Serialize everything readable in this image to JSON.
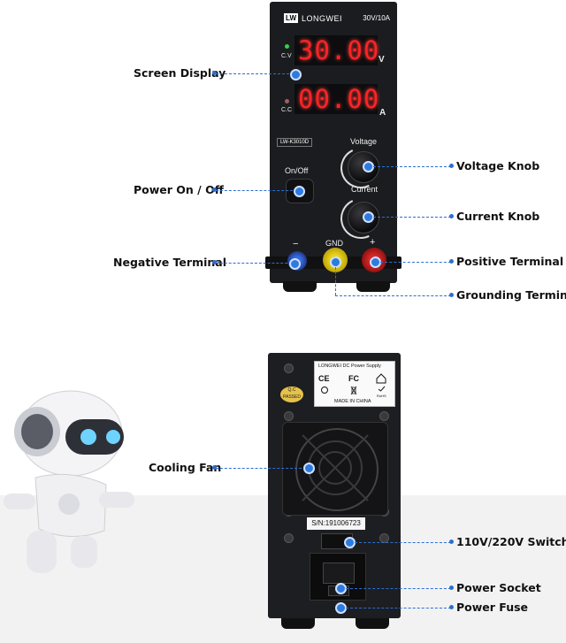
{
  "device": {
    "logo": "LW",
    "brand": "LONGWEI",
    "spec": "30V/10A",
    "voltage_display": "30.00",
    "current_display": "00.00",
    "voltage_unit": "V",
    "current_unit": "A",
    "cv_label": "C.V",
    "cc_label": "C.C",
    "model": "LW-K3010D",
    "voltage_knob_label": "Voltage",
    "current_knob_label": "Current",
    "power_button_label": "On/Off",
    "negative_sign": "−",
    "gnd_label": "GND",
    "positive_sign": "+"
  },
  "back": {
    "sticker_title": "LONGWEI DC Power Supply",
    "made_in": "MADE IN CHINA",
    "ce_mark": "CE",
    "fc_mark": "FC",
    "rohs_mark": "RoHS",
    "qc_label": "Q.C PASSED",
    "serial": "S/N:191006723"
  },
  "callouts": {
    "screen_display": "Screen Display",
    "power_on_off": "Power On / Off",
    "negative_terminal": "Negative Terminal",
    "voltage_knob": "Voltage Knob",
    "current_knob": "Current Knob",
    "positive_terminal": "Positive Terminal",
    "grounding_terminal": "Grounding Terminal",
    "cooling_fan": "Cooling Fan",
    "switch_110_220": "110V/220V  Switch",
    "power_socket": "Power Socket",
    "power_fuse": "Power Fuse"
  },
  "colors": {
    "digits": "#ff2323",
    "callout_blue": "#2d6fd0",
    "terminal_red": "#d42020",
    "terminal_yellow": "#e8d21a",
    "terminal_blue": "#2a5ed8"
  }
}
